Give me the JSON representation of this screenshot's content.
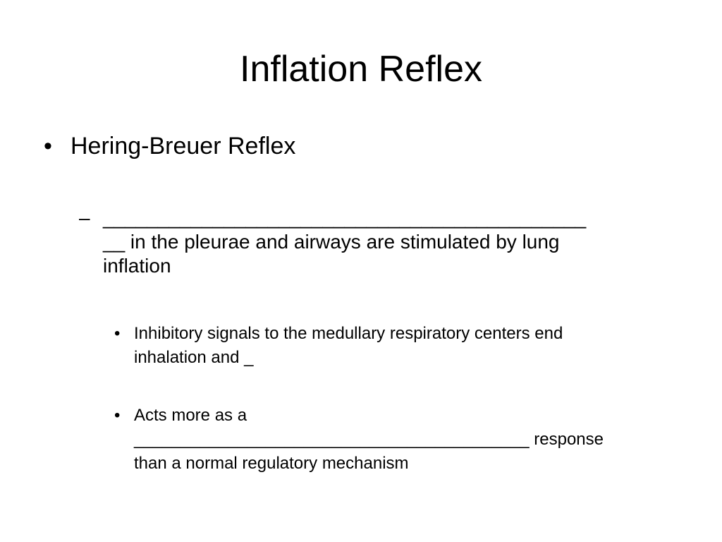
{
  "slide": {
    "title": "Inflation Reflex",
    "bullets": [
      {
        "marker": "•",
        "text": "Hering-Breuer Reflex"
      }
    ],
    "sub_bullets": [
      {
        "marker": "–",
        "lines": [
          "____________________________________________",
          "__ in the pleurae and airways are stimulated by lung",
          "inflation"
        ]
      }
    ],
    "sub_sub_bullets": [
      {
        "marker": "•",
        "lines": [
          "Inhibitory signals to the medullary respiratory centers end",
          "inhalation and _"
        ]
      },
      {
        "marker": "•",
        "lines": [
          "Acts more as a",
          "__________________________________________ response",
          "than a normal regulatory mechanism"
        ]
      }
    ]
  }
}
